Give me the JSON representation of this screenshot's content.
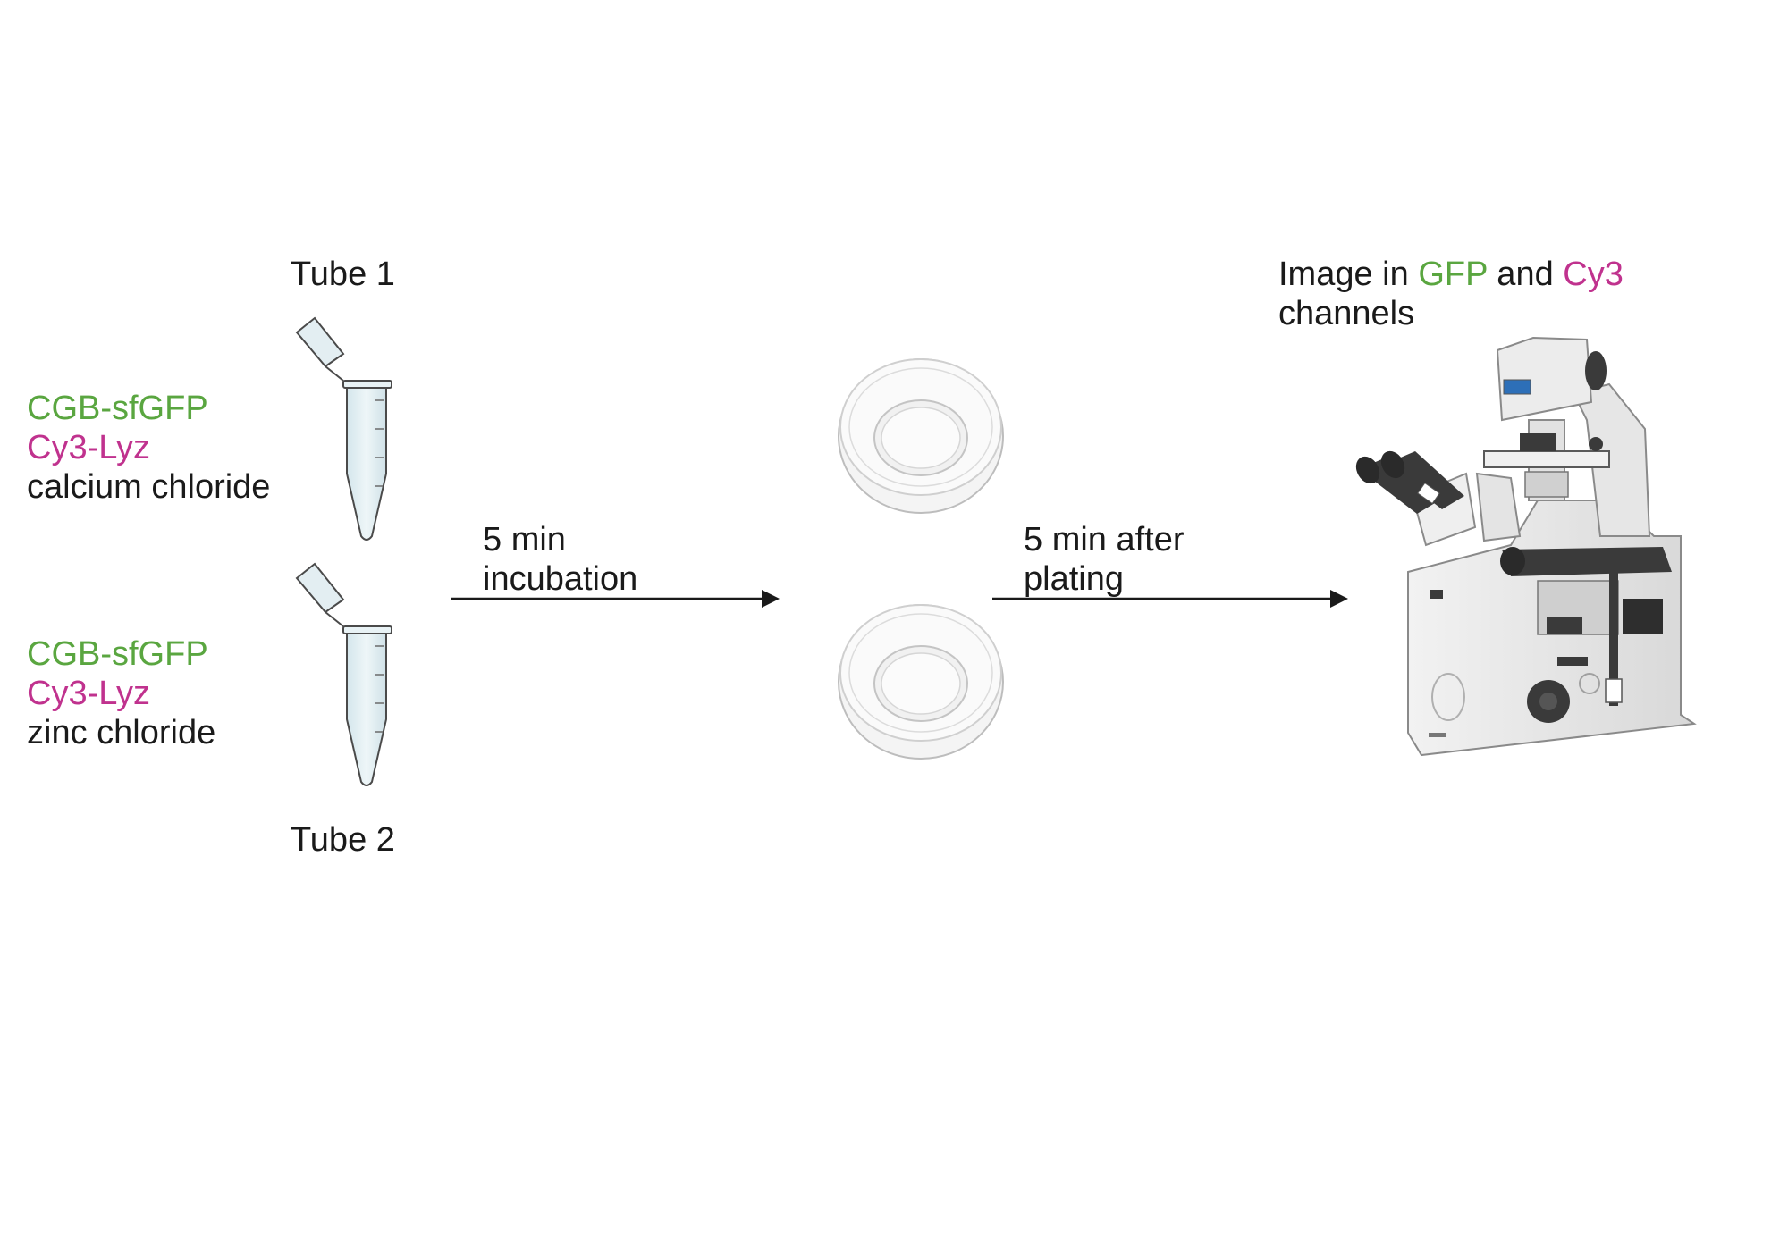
{
  "tubes": [
    {
      "label": "Tube 1",
      "reagents": [
        "CGB-sfGFP",
        "Cy3-Lyz",
        "calcium chloride"
      ]
    },
    {
      "label": "Tube 2",
      "reagents": [
        "CGB-sfGFP",
        "Cy3-Lyz",
        "zinc chloride"
      ]
    }
  ],
  "steps": {
    "incubation": [
      "5 min",
      "incubation"
    ],
    "plating": [
      "5 min after",
      "plating"
    ]
  },
  "imaging": {
    "prefix": "Image in ",
    "channel1": "GFP",
    "joiner": " and ",
    "channel2": "Cy3",
    "line2": "channels"
  },
  "icons": [
    "microcentrifuge-tube-icon",
    "petri-dish-icon",
    "inverted-microscope-icon",
    "arrow-right-icon"
  ],
  "colors": {
    "gfp": "#5aa640",
    "cy3": "#c0328e",
    "text": "#1a1a1a"
  }
}
